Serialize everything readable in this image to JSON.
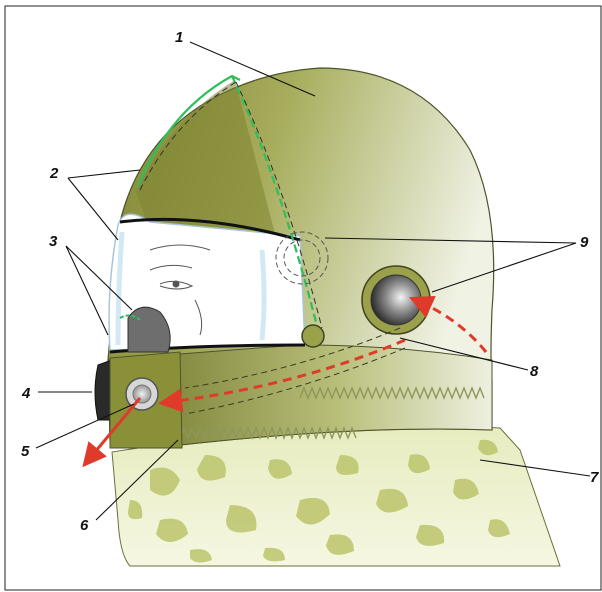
{
  "callouts": [
    "1",
    "2",
    "3",
    "4",
    "5",
    "6",
    "7",
    "8",
    "9"
  ],
  "colors": {
    "helmet_dark": "#8a8f3a",
    "helmet_light": "#e9ecd8",
    "visor_edge_green": "#2fbf5a",
    "airflow_arrow": "#e03a2a",
    "cape": "#eef2cc",
    "camo": "#b8c46a",
    "vent_grille": "#a9b25a"
  },
  "icons": [
    "visor-icon",
    "breathing-mask-icon",
    "exhalation-valve-icon",
    "speaker-icon",
    "airflow-arrow-icon"
  ]
}
